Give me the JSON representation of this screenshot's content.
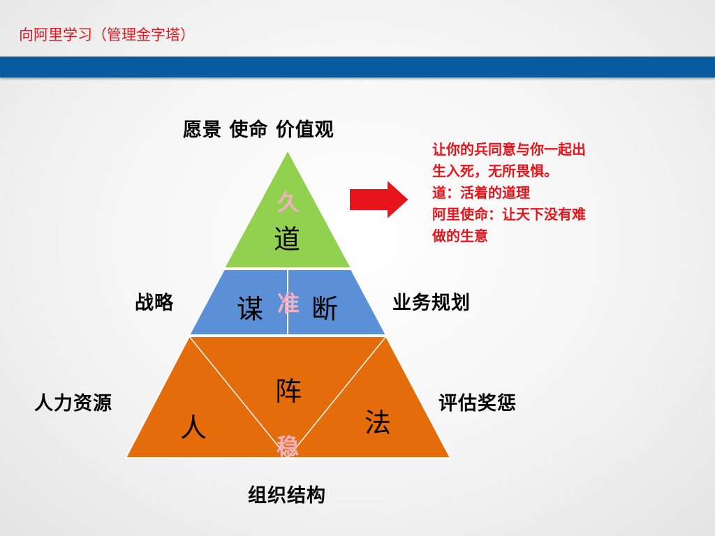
{
  "slide": {
    "title": "向阿里学习（管理金字塔）"
  },
  "pyramid": {
    "top_label": "愿景  使命  价值观",
    "left_middle_label": "战略",
    "right_middle_label": "业务规划",
    "left_bottom_label": "人力资源",
    "right_bottom_label": "评估奖惩",
    "bottom_label": "组织结构",
    "top_tier": {
      "main_char": "道",
      "accent_char": "久",
      "color": "#92d050"
    },
    "middle_tier": {
      "left_char": "谋",
      "right_char": "断",
      "accent_char": "准",
      "color": "#5b8fd6"
    },
    "bottom_tier": {
      "center_char": "阵",
      "left_char": "人",
      "right_char": "法",
      "accent_char": "稳",
      "color": "#e46c0a"
    },
    "accent_char_color": "#f3b0c0"
  },
  "arrow": {
    "color": "#e8141b"
  },
  "note": {
    "lines": [
      "让你的兵同意与你一起出",
      "生入死，无所畏惧。",
      "道：活着的道理",
      "阿里使命：让天下没有难",
      "做的生意"
    ],
    "color": "#e8141b"
  }
}
